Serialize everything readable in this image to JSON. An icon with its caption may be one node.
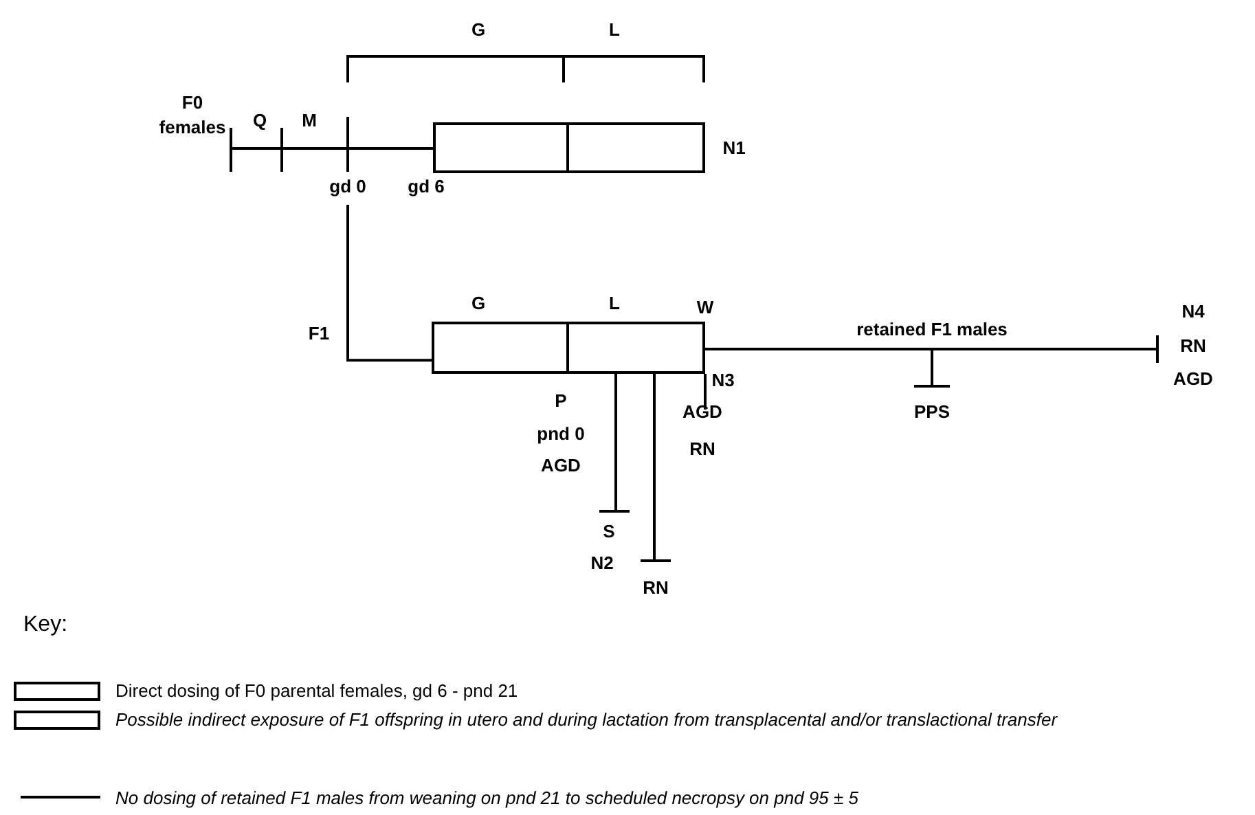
{
  "diagram": {
    "nodes": [
      {
        "text": [],
        "shape": "box"
      },
      {
        "text": [],
        "shape": "box"
      },
      {
        "text": [],
        "shape": "box"
      },
      {
        "text": [],
        "shape": "box"
      },
      {
        "text": [
          "gd 0"
        ]
      }
    ],
    "edges": [
      {
        "from": 4,
        "to": 2,
        "arrow": "none"
      }
    ],
    "labels": [
      "G",
      "L",
      "F0 females",
      "Q",
      "M",
      "N1",
      "gd 6",
      "G",
      "L",
      "W",
      "N4",
      "F1",
      "retained F1 males",
      "RN",
      "N3",
      "AGD",
      "P",
      "AGD",
      "PPS",
      "pnd 0",
      "RN",
      "AGD",
      "S",
      "N2",
      "RN",
      "Key:"
    ],
    "legend": [
      {
        "text": "Direct dosing of F0 parental females, gd 6 - pnd 21"
      },
      {
        "text": "Possible indirect exposure of F1 offspring in utero and during lactation from transplacental and/or translactional transfer"
      },
      {
        "text": "No dosing of retained F1 males from weaning on pnd 21 to scheduled necropsy on pnd 95 ± 5"
      }
    ]
  }
}
